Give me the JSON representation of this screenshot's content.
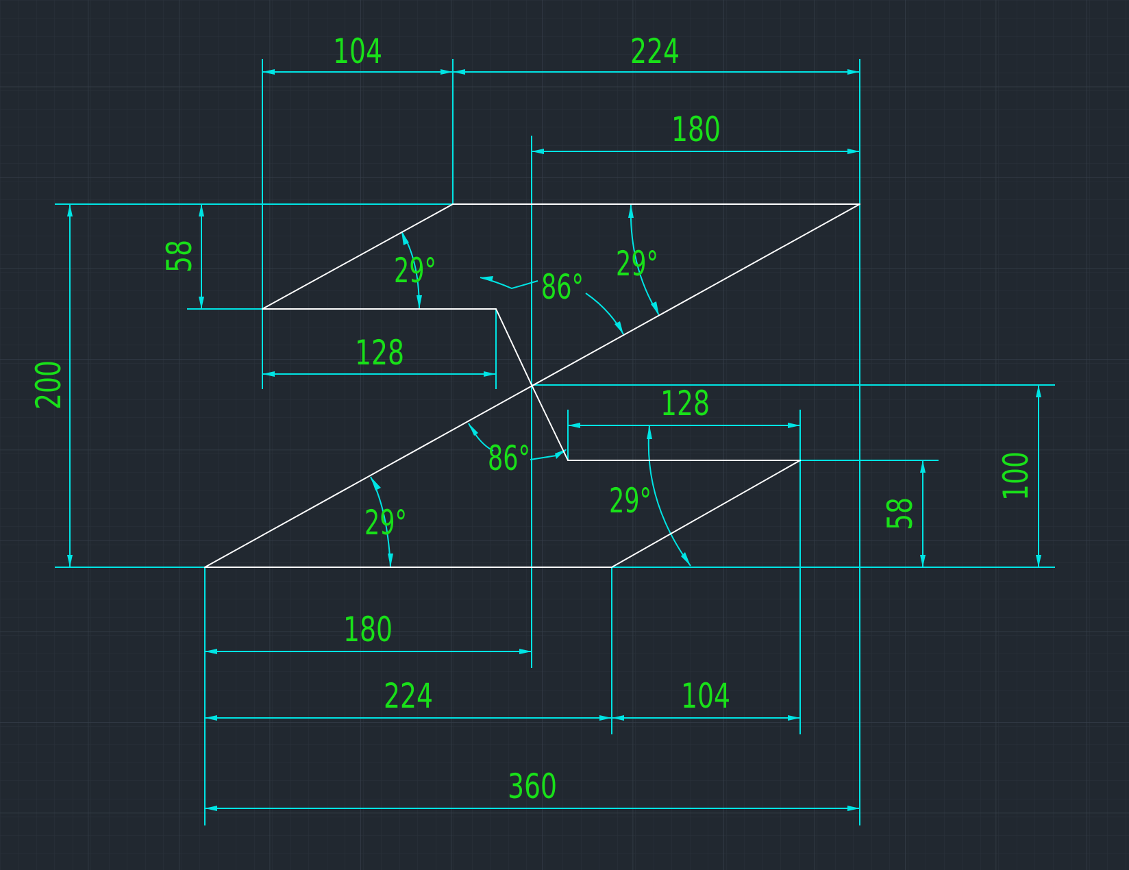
{
  "drawing": {
    "colors": {
      "background": "#212830",
      "grid_minor": "#2a323b",
      "grid_major": "#333c47",
      "geometry": "#ffffff",
      "dimension_line": "#00e4e4",
      "dimension_text": "#19e019"
    },
    "dimensions": {
      "top_104": "104",
      "top_224": "224",
      "top_180": "180",
      "left_58": "58",
      "left_200": "200",
      "mid_128_upper": "128",
      "mid_128_lower": "128",
      "right_58": "58",
      "right_100": "100",
      "bottom_180": "180",
      "bottom_224": "224",
      "bottom_104": "104",
      "bottom_360": "360"
    },
    "angles": {
      "upper_left_29": "29°",
      "upper_right_29": "29°",
      "upper_86": "86°",
      "lower_86": "86°",
      "lower_left_29": "29°",
      "lower_right_29": "29°"
    }
  }
}
